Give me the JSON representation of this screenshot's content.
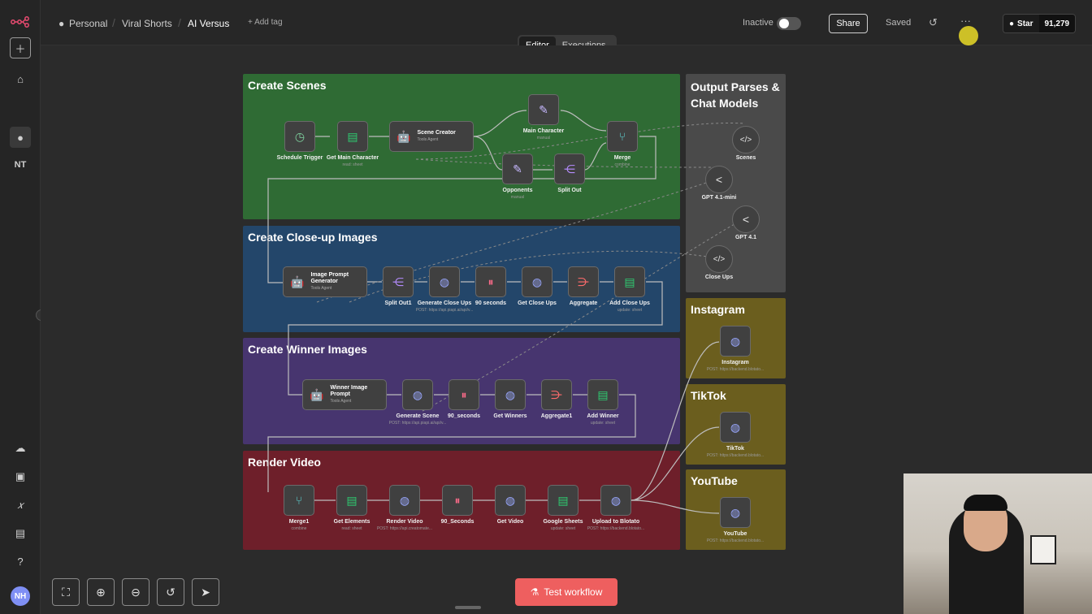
{
  "breadcrumb": {
    "project": "Personal",
    "folder": "Viral Shorts",
    "workflow": "AI Versus",
    "add_tag": "+ Add tag"
  },
  "topbar": {
    "status": "Inactive",
    "share": "Share",
    "saved": "Saved",
    "github_star": "Star",
    "github_count": "91,279"
  },
  "tabs": {
    "editor": "Editor",
    "executions": "Executions"
  },
  "sidebar": {
    "user_initials": "NT",
    "avatar_initials": "NH"
  },
  "test_button": "Test workflow",
  "zones": {
    "scenes": "Create Scenes",
    "closeups": "Create Close-up Images",
    "winner": "Create Winner Images",
    "render": "Render Video",
    "output": "Output Parses & Chat Models",
    "instagram": "Instagram",
    "tiktok": "TikTok",
    "youtube": "YouTube"
  },
  "nodes": {
    "schedule": {
      "label": "Schedule Trigger"
    },
    "get_main": {
      "label": "Get Main Character",
      "sub": "read: sheet"
    },
    "scene_creator": {
      "label": "Scene Creator",
      "sub": "Tools Agent"
    },
    "main_character": {
      "label": "Main Character",
      "sub": "manual"
    },
    "opponents": {
      "label": "Opponents",
      "sub": "manual"
    },
    "split_out": {
      "label": "Split Out"
    },
    "merge": {
      "label": "Merge",
      "sub": "combine"
    },
    "scenes_parser": {
      "label": "Scenes"
    },
    "gpt41mini": {
      "label": "GPT 4.1-mini"
    },
    "gpt41": {
      "label": "GPT 4.1"
    },
    "closeups_parser": {
      "label": "Close Ups"
    },
    "image_prompt": {
      "label": "Image Prompt Generator",
      "sub": "Tools Agent"
    },
    "split_out1": {
      "label": "Split Out1"
    },
    "gen_closeups": {
      "label": "Generate Close Ups",
      "sub": "POST: https://api.piapi.ai/api/v..."
    },
    "sec90": {
      "label": "90 seconds"
    },
    "get_closeups": {
      "label": "Get Close Ups"
    },
    "aggregate": {
      "label": "Aggregate"
    },
    "add_closeups": {
      "label": "Add Close Ups",
      "sub": "update: sheet"
    },
    "winner_prompt": {
      "label": "Winner Image Prompt",
      "sub": "Tools Agent"
    },
    "gen_scene": {
      "label": "Generate Scene",
      "sub": "POST: https://api.piapi.ai/api/v..."
    },
    "sec90b": {
      "label": "90_seconds"
    },
    "get_winners": {
      "label": "Get Winners"
    },
    "aggregate1": {
      "label": "Aggregate1"
    },
    "add_winner": {
      "label": "Add Winner",
      "sub": "update: sheet"
    },
    "merge1": {
      "label": "Merge1",
      "sub": "combine"
    },
    "get_elements": {
      "label": "Get Elements",
      "sub": "read: sheet"
    },
    "render_video": {
      "label": "Render Video",
      "sub": "POST: https://api.creatomate..."
    },
    "sec90c": {
      "label": "90_Seconds"
    },
    "get_video": {
      "label": "Get Video"
    },
    "google_sheets": {
      "label": "Google Sheets",
      "sub": "update: sheet"
    },
    "upload_blotato": {
      "label": "Upload to Blotato",
      "sub": "POST: https://backend.blotato..."
    },
    "instagram": {
      "label": "Instagram",
      "sub": "POST: https://backend.blotato..."
    },
    "tiktok": {
      "label": "TikTok",
      "sub": "POST: https://backend.blotato..."
    },
    "youtube": {
      "label": "YouTube",
      "sub": "POST: https://backend.blotato..."
    }
  },
  "colors": {
    "scenes": "#2f6b34",
    "closeups": "#23466a",
    "winner": "#47356f",
    "render": "#6e1f2a",
    "output": "#4a4a4a",
    "social": "#6b5e1e",
    "accent": "#ee5f5f"
  }
}
